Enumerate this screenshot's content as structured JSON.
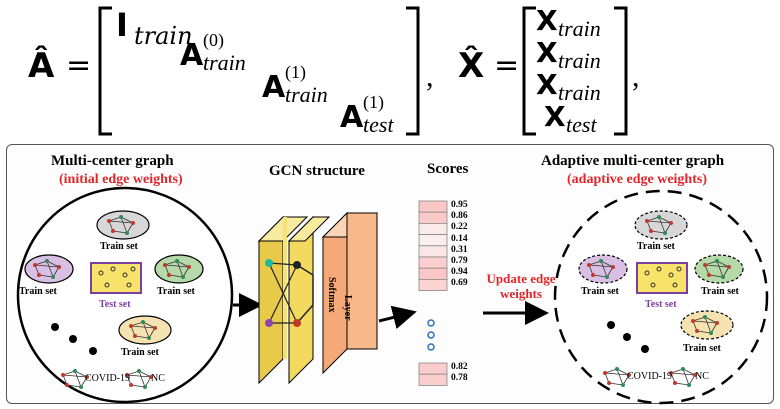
{
  "equation": {
    "a_hat": "Â",
    "x_hat": "X̂",
    "equals": "=",
    "comma": ",",
    "A": "A",
    "X": "X",
    "I": "I",
    "sub_train": "train",
    "sub_test": "test",
    "sup_0": "(0)",
    "sup_1": "(1)"
  },
  "left_panel": {
    "title": "Multi-center graph",
    "subtitle": "(initial edge weights)",
    "train_set": "Train set",
    "test_set": "Test set",
    "legend_covid": "COVID-19",
    "legend_nc": "NC"
  },
  "gcn": {
    "title": "GCN structure",
    "softmax": "Softmax",
    "layer": "Layer"
  },
  "scores": {
    "title": "Scores",
    "values": [
      "0.95",
      "0.86",
      "0.22",
      "0.14",
      "0.31",
      "0.79",
      "0.94",
      "0.69"
    ],
    "bottom_values": [
      "0.82",
      "0.78"
    ]
  },
  "update_label": "Update edge weights",
  "right_panel": {
    "title": "Adaptive multi-center graph",
    "subtitle": "(adaptive edge weights)",
    "train_set": "Train set",
    "test_set": "Test set",
    "legend_covid": "COVID-19",
    "legend_nc": "NC"
  },
  "colors": {
    "red_text": "#e0262b",
    "purple_text": "#7b3fa0",
    "gcn_layer": "#f5e27a",
    "softmax_layer": "#f7b98a",
    "test_box": "#f7e36a",
    "score_fill": "#f3cccc"
  }
}
